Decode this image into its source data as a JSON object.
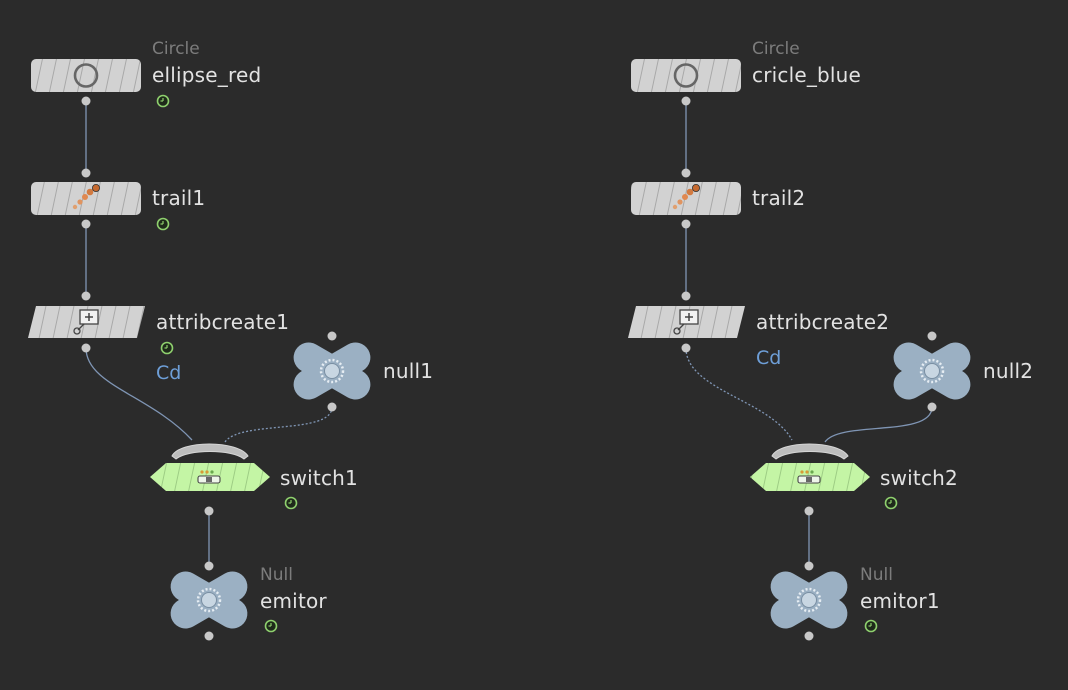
{
  "network": {
    "left": {
      "circle_type": "Circle",
      "circle_name": "ellipse_red",
      "trail_name": "trail1",
      "attrib_name": "attribcreate1",
      "attrib_label": "Cd",
      "null_name": "null1",
      "switch_name": "switch1",
      "out_type": "Null",
      "out_name": "emitor"
    },
    "right": {
      "circle_type": "Circle",
      "circle_name": "cricle_blue",
      "trail_name": "trail2",
      "attrib_name": "attribcreate2",
      "attrib_label": "Cd",
      "null_name": "null2",
      "switch_name": "switch2",
      "out_type": "Null",
      "out_name": "emitor1"
    }
  },
  "colors": {
    "background": "#2b2b2b",
    "node_gray": "#d2d2d2",
    "null_blue": "#9bb0c3",
    "switch_green": "#c4f5a5",
    "wire": "#7f95b4",
    "flag_green": "#8fd06e",
    "attrib_text": "#6e9fd8"
  },
  "icons": {
    "circle": "circle-icon",
    "trail": "trail-icon",
    "attribcreate": "attribcreate-icon",
    "null": "null-gear-icon",
    "switch": "switch-icon",
    "flag": "clock-flag-icon"
  }
}
